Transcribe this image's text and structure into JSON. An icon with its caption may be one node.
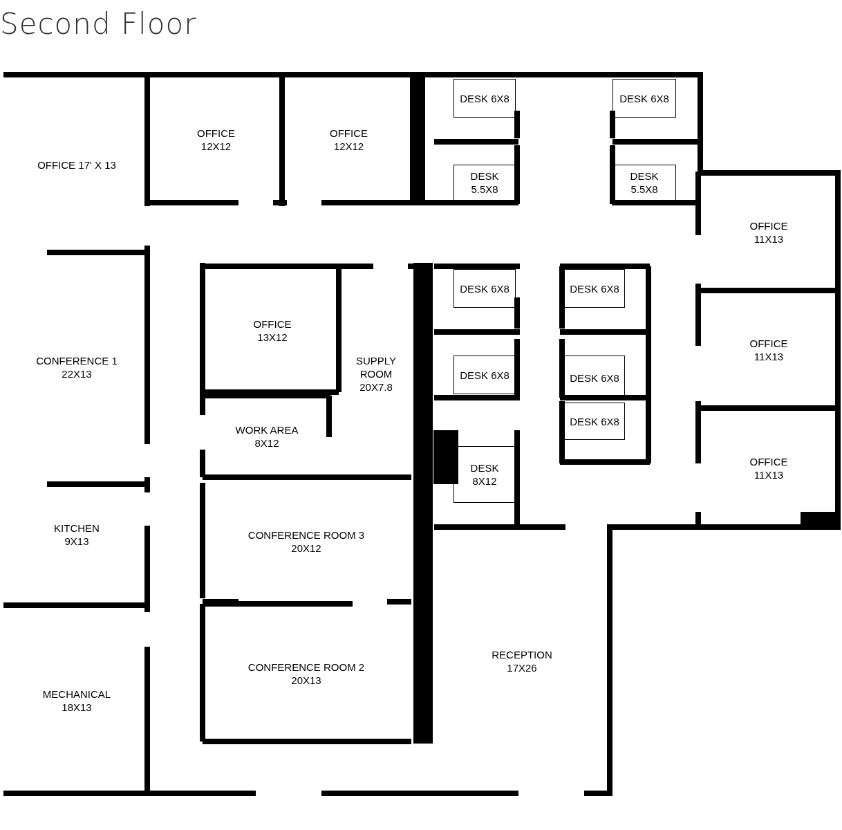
{
  "diagram": {
    "title": "Second Floor",
    "nodes": [
      {
        "text": [
          "DESK 6X8"
        ]
      },
      {
        "text": [
          "DESK 6X8"
        ]
      },
      {
        "text": [
          "OFFICE 12X12"
        ]
      },
      {
        "text": [
          "OFFICE 12X12"
        ]
      },
      {
        "text": [
          "OFFICE 17' X 13"
        ]
      },
      {
        "text": [
          "DESK 5.5X8"
        ]
      },
      {
        "text": [
          "DESK 5.5X8"
        ]
      },
      {
        "text": [
          "OFFICE 11X13"
        ]
      },
      {
        "text": [
          "DESK 6X8"
        ]
      },
      {
        "text": [
          "DESK 6X8"
        ]
      },
      {
        "text": [
          "OFFICE 13X12"
        ]
      },
      {
        "text": [
          "OFFICE 11X13"
        ]
      },
      {
        "text": [
          "SUPPLY ROOM 20X7.8"
        ]
      },
      {
        "text": [
          "CONFERENCE 1 22X13"
        ]
      },
      {
        "text": [
          "DESK 6X8"
        ]
      },
      {
        "text": [
          "DESK 6X8"
        ]
      },
      {
        "text": [
          "DESK 6X8"
        ]
      },
      {
        "text": [
          "WORK AREA 8X12"
        ]
      },
      {
        "text": [
          "DESK 8X12"
        ]
      },
      {
        "text": [
          "OFFICE 11X13"
        ]
      },
      {
        "text": [
          "CONFERENCE ROOM 3 20X12"
        ]
      },
      {
        "text": [
          "KITCHEN 9X13"
        ]
      },
      {
        "text": [
          "RECEPTION 17X26"
        ]
      },
      {
        "text": [
          "CONFERENCE ROOM 2 20X13"
        ]
      },
      {
        "text": [
          "MECHANICAL 18X13"
        ]
      }
    ],
    "edges": []
  }
}
